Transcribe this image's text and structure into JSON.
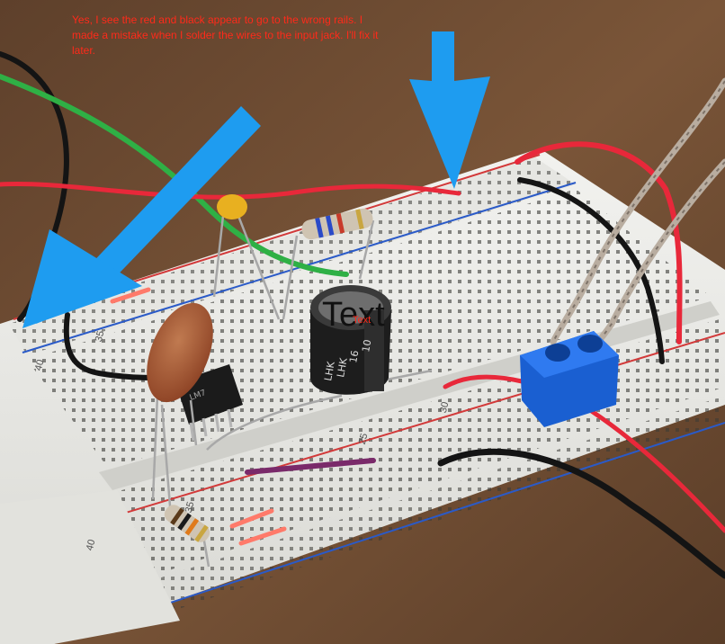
{
  "annotation": {
    "note": "Yes, I see the red and black appear to go to the wrong rails. I made a mistake when I solder the wires to the input jack. I'll fix it later.",
    "overlay_text": "Text",
    "overlay_small": "Text"
  },
  "breadboard": {
    "labels": [
      "35",
      "40",
      "30",
      "25",
      "35",
      "40"
    ]
  },
  "capacitor": {
    "markings": [
      "10",
      "16",
      "LHK",
      "LHK"
    ]
  },
  "ic": {
    "marking": "LM7"
  },
  "colors": {
    "arrow": "#1e9cf0",
    "wire_red": "#e8283a",
    "wire_black": "#141414",
    "wire_green": "#2fb045",
    "terminal_block": "#1a5fd1",
    "breadboard": "#ececea",
    "table": "#6b4a32"
  }
}
